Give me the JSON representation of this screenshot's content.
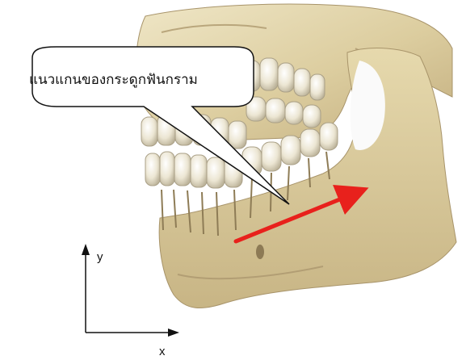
{
  "callout": {
    "text": "แนวแกนของกระดูกฟันกราม"
  },
  "axes": {
    "x_label": "x",
    "y_label": "y"
  },
  "arrow": {
    "color": "#e8211c"
  },
  "colors": {
    "bone": "#ddd0a7",
    "bone_shadow": "#b7a47a",
    "teeth": "#f3efe1",
    "background": "#ffffff"
  }
}
